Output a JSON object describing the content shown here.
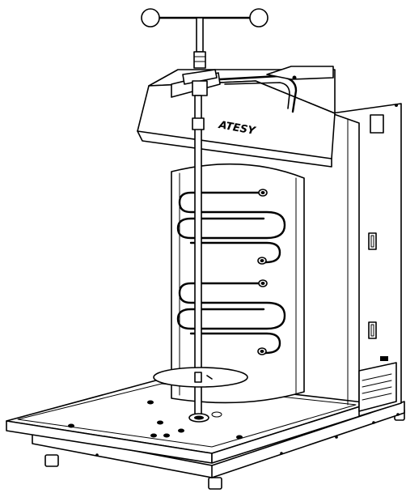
{
  "product": {
    "brand_label": "ATESY"
  },
  "colors": {
    "line": "#000000",
    "background": "#ffffff"
  },
  "parts": {
    "heating_coils": 5,
    "side_switches": 2
  }
}
